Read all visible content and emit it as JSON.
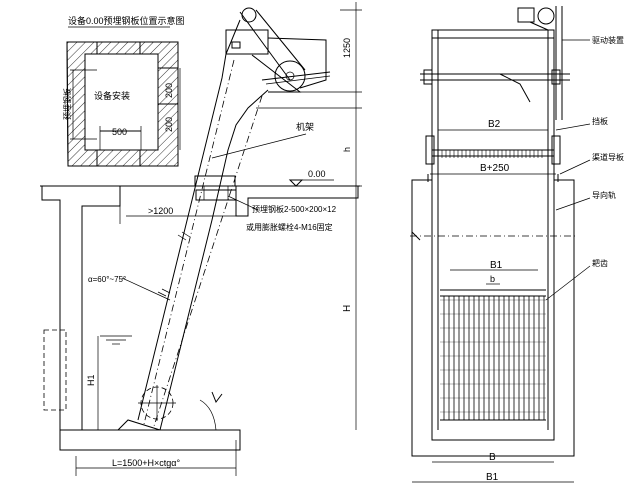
{
  "diagram": {
    "side_view": {
      "note_top": "设备0.00预埋钢板位置示意图",
      "inset_label_plate": "预埋钢板",
      "inset_label_pit": "设备安装",
      "inset_dim_200_a": "200",
      "inset_dim_200_b": "200",
      "inset_dim_500": "500",
      "dim_1250": "1250",
      "dim_h": "h",
      "label_rack": "机架",
      "label_level": "0.00",
      "dim_1200": ">1200",
      "label_embed_plate": "预埋钢板2-500×200×12",
      "label_embed_bolt": "或用膨胀螺栓4-M16固定",
      "dim_H": "H",
      "dim_H1": "H1",
      "label_angle": "α=60°~75°",
      "dim_L": "L=1500+H×ctgα°"
    },
    "front_view": {
      "label_drive": "驱动装置",
      "label_plate": "挡板",
      "label_guide": "渠道导板",
      "label_rail": "导向轨",
      "label_rake": "耙齿",
      "dim_B2": "B2",
      "dim_B250": "B+250",
      "dim_B1_inner": "B1",
      "dim_b": "b",
      "dim_B": "B",
      "dim_B1_outer": "B1"
    }
  }
}
